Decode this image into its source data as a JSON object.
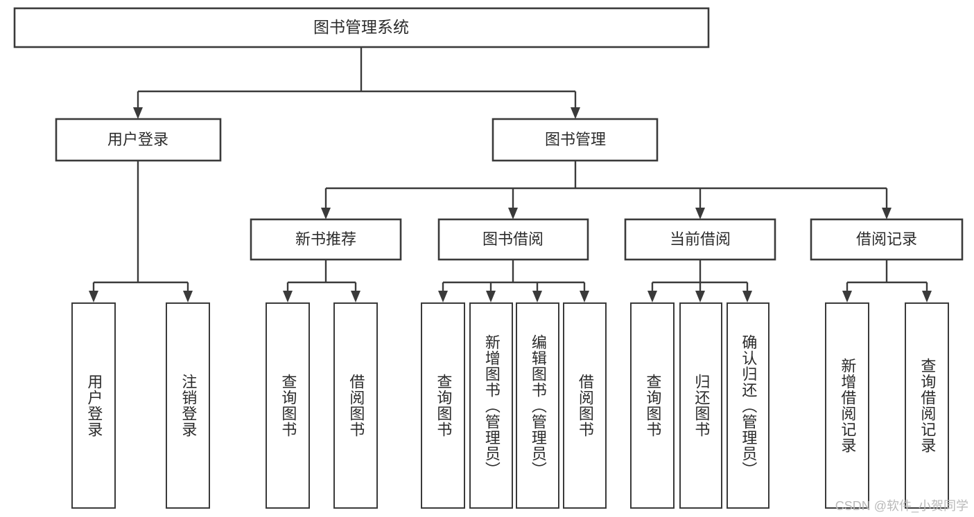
{
  "diagram": {
    "title": "图书管理系统",
    "type": "hierarchy-tree",
    "root": {
      "label": "图书管理系统"
    },
    "level1": [
      {
        "label": "用户登录"
      },
      {
        "label": "图书管理"
      }
    ],
    "level2": [
      {
        "label": "新书推荐"
      },
      {
        "label": "图书借阅"
      },
      {
        "label": "当前借阅"
      },
      {
        "label": "借阅记录"
      }
    ],
    "leaves": {
      "user_login": [
        {
          "label": "用户登录"
        },
        {
          "label": "注销登录"
        }
      ],
      "new_book": [
        {
          "label": "查询图书"
        },
        {
          "label": "借阅图书"
        }
      ],
      "book_borrow": [
        {
          "label": "查询图书"
        },
        {
          "label": "新增图书（管理员）"
        },
        {
          "label": "编辑图书（管理员）"
        },
        {
          "label": "借阅图书"
        }
      ],
      "current_borrow": [
        {
          "label": "查询图书"
        },
        {
          "label": "归还图书"
        },
        {
          "label": "确认归还（管理员）"
        }
      ],
      "borrow_record": [
        {
          "label": "新增借阅记录"
        },
        {
          "label": "查询借阅记录"
        }
      ]
    }
  },
  "watermark": {
    "text": "CSDN @软件_小贺同学"
  },
  "colors": {
    "background": "#ffffff",
    "stroke": "#3a3a3a",
    "text": "#2b2b2b",
    "watermark": "#b9b9b9"
  }
}
